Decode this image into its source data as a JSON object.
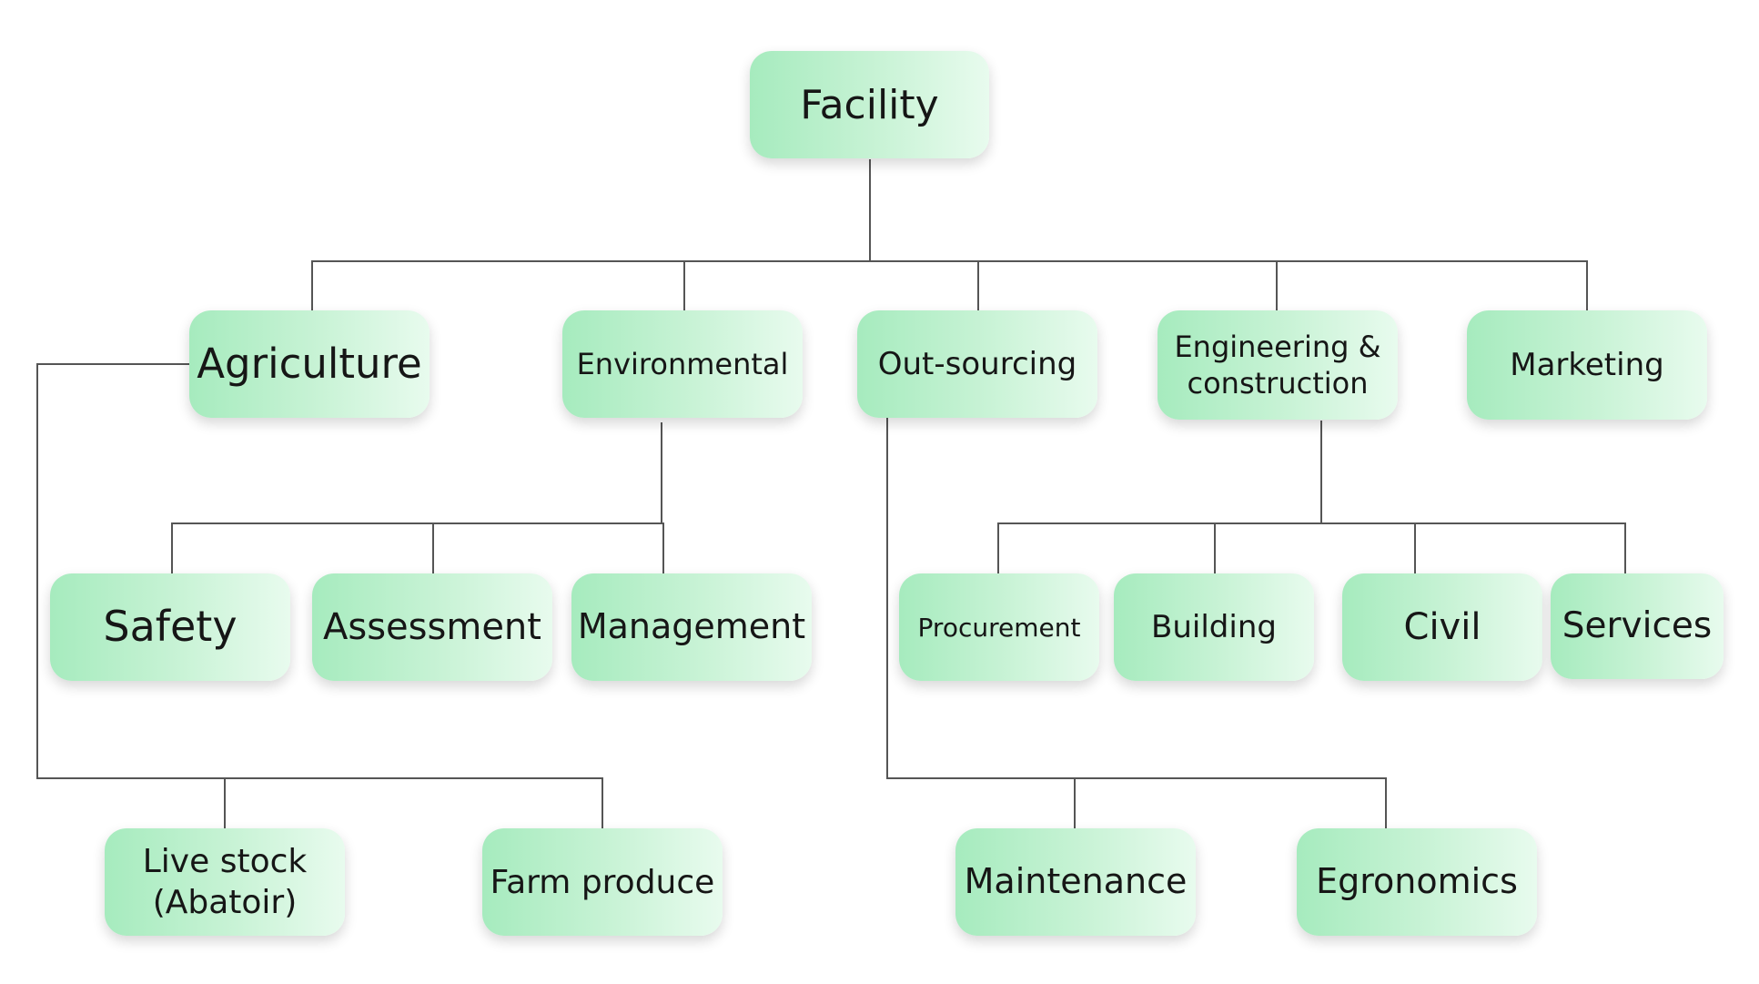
{
  "diagram": {
    "root": {
      "label": "Facility"
    },
    "agriculture": {
      "label": "Agriculture"
    },
    "environmental": {
      "label": "Environmental"
    },
    "outsourcing": {
      "label": "Out-sourcing"
    },
    "engineering": {
      "label_line1": "Engineering &",
      "label_line2": "construction"
    },
    "marketing": {
      "label": "Marketing"
    },
    "safety": {
      "label": "Safety"
    },
    "assessment": {
      "label": "Assessment"
    },
    "management": {
      "label": "Management"
    },
    "procurement": {
      "label": "Procurement"
    },
    "building": {
      "label": "Building"
    },
    "civil": {
      "label": "Civil"
    },
    "services": {
      "label": "Services"
    },
    "livestock": {
      "label_line1": "Live stock",
      "label_line2": "(Abatoir)"
    },
    "farm_produce": {
      "label": "Farm produce"
    },
    "maintenance": {
      "label": "Maintenance"
    },
    "ergonomics": {
      "label": "Egronomics"
    }
  },
  "colors": {
    "node_fill_start": "#a6ebbe",
    "node_fill_end": "#e8fbee",
    "connector": "#555555",
    "text": "#161616"
  }
}
